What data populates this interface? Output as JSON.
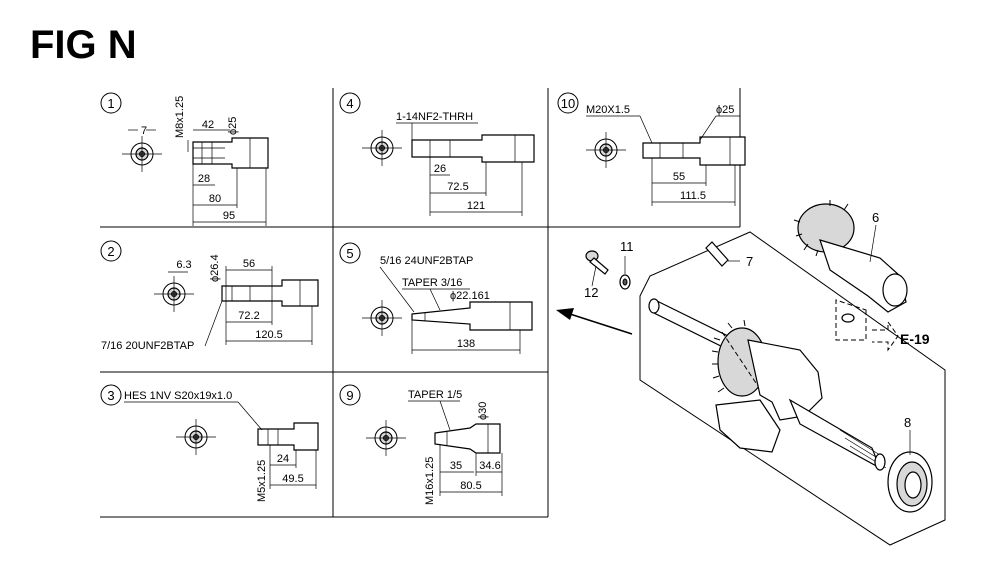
{
  "figure": {
    "title": "FIG N"
  },
  "panels": [
    {
      "number": "1",
      "labels": [
        "M8x1.25",
        "ϕ25"
      ],
      "dims": [
        "7",
        "42",
        "28",
        "80",
        "95"
      ]
    },
    {
      "number": "4",
      "labels": [
        "1-14NF2-THRH"
      ],
      "dims": [
        "26",
        "72.5",
        "121"
      ]
    },
    {
      "number": "10",
      "labels": [
        "M20X1.5",
        "ϕ25"
      ],
      "dims": [
        "55",
        "111.5"
      ]
    },
    {
      "number": "2",
      "labels": [
        "ϕ26.4",
        "7/16 20UNF2BTAP"
      ],
      "dims": [
        "6.3",
        "56",
        "72.2",
        "120.5"
      ]
    },
    {
      "number": "5",
      "labels": [
        "5/16 24UNF2BTAP",
        "TAPER 3/16",
        "ϕ22.161"
      ],
      "dims": [
        "138"
      ]
    },
    {
      "number": "3",
      "labels": [
        "HES 1NV S20x19x1.0",
        "M5x1.25"
      ],
      "dims": [
        "24",
        "49.5"
      ]
    },
    {
      "number": "9",
      "labels": [
        "TAPER 1/5",
        "ϕ30",
        "M16x1.25"
      ],
      "dims": [
        "35",
        "34.6",
        "80.5"
      ]
    }
  ],
  "callouts": [
    "6",
    "7",
    "8",
    "11",
    "12"
  ],
  "reference": "E-19"
}
